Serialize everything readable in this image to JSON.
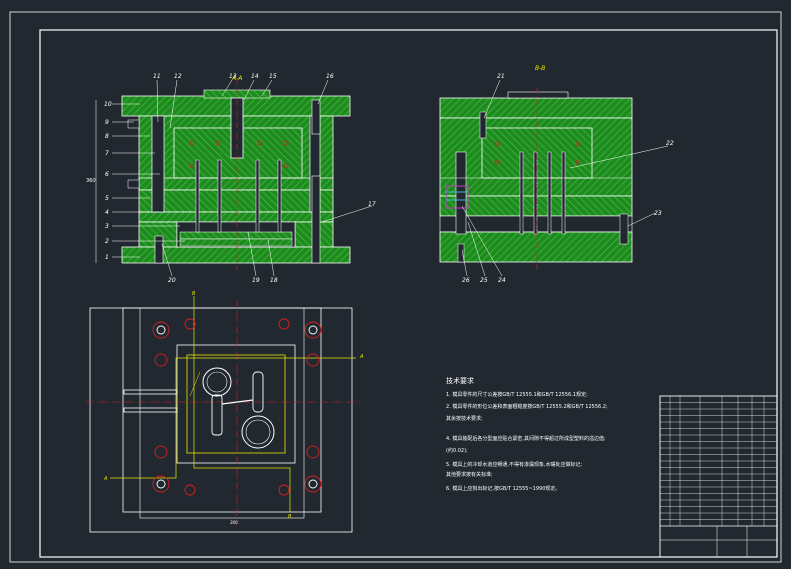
{
  "drawing": {
    "colors": {
      "background": "#212830",
      "frame": "#ffffff",
      "hatch_fill": "#1f8a1f",
      "hatch_line": "#3fbf3f",
      "section_line": "#ffffff",
      "center_line": "#d42020",
      "yellow_line": "#e8e800",
      "magenta": "#c040c0",
      "cyan": "#40b8d0",
      "text": "#ffffff"
    },
    "front_view": {
      "title": "A-A",
      "left_labels": [
        "10",
        "9",
        "8",
        "7",
        "6",
        "5",
        "4",
        "3",
        "2",
        "1"
      ],
      "top_labels": [
        "11",
        "12",
        "13",
        "14",
        "15",
        "16"
      ],
      "right_labels": [
        "17"
      ],
      "bottom_labels": [
        "20",
        "19",
        "18"
      ],
      "dimension_label": "360"
    },
    "side_view": {
      "title": "B-B",
      "top_labels": [
        "21"
      ],
      "right_labels": [
        "22",
        "23"
      ],
      "bottom_labels": [
        "26",
        "25",
        "24"
      ]
    },
    "plan_view": {
      "section_marks": [
        "B",
        "A",
        "A",
        "B"
      ],
      "dimension_label": "300"
    },
    "technical_notes": {
      "heading": "技术要求",
      "items": [
        "1. 模具零件的尺寸公差按GB/T 12555.1和GB/T 12556.1规定;",
        "2. 模具零件的形位公差和表面粗糙度按GB/T 12555.2和GB/T 12556.2;",
        "   其余按技术要求;",
        "4. 模具装配后各分型面应贴合紧密,其间隙不得超过所成型塑料的溢边值;",
        "   (约0.02);",
        "5. 模具上的冷却水道应畅通,不得有渗漏现象,水嘴处应做标记;",
        "   其他要求按有关标准;",
        "6. 模具上应刻出标记,按GB/T 12555~1990规定。"
      ]
    },
    "title_block": {
      "rows": 20,
      "columns": 8
    }
  }
}
